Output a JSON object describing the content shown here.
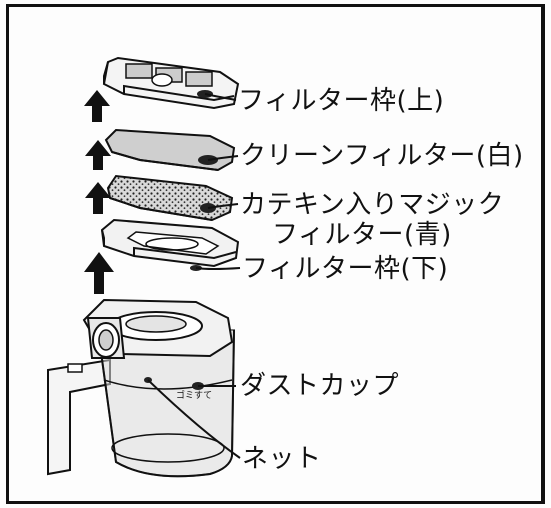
{
  "labels": {
    "filter_frame_upper": "フィルター枠(上)",
    "clean_filter": "クリーンフィルター(白)",
    "catechin_filter_line1": "カテキン入りマジック",
    "catechin_filter_line2": "フィルター(青)",
    "filter_frame_lower": "フィルター枠(下)",
    "dust_cup": "ダストカップ",
    "net": "ネット"
  },
  "cup_marking": "ゴミすて"
}
